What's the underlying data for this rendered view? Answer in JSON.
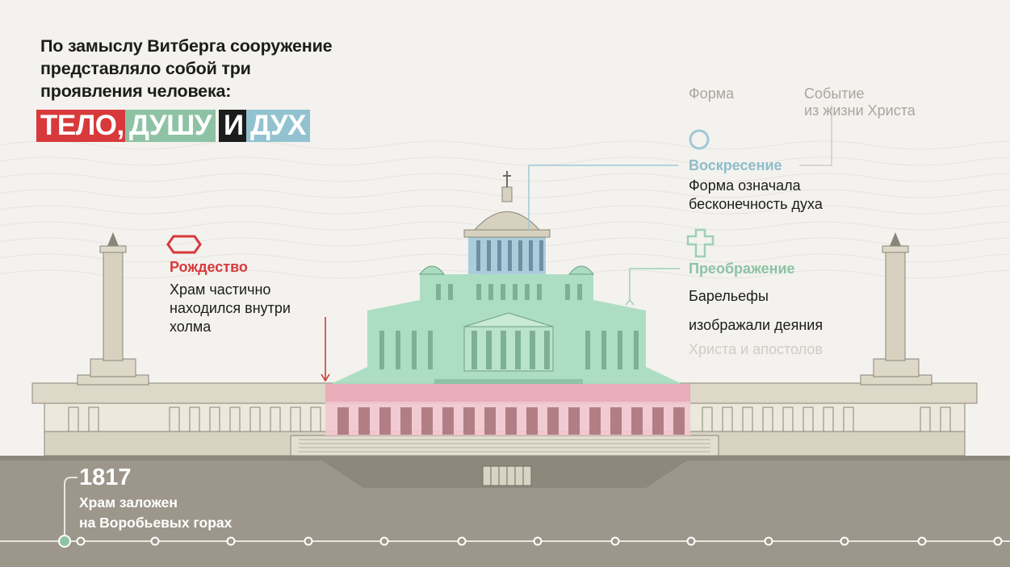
{
  "intro": {
    "lines": [
      "По замыслу Витберга сооружение",
      "представляло собой три",
      "проявления человека:"
    ],
    "telo": "ТЕЛО,",
    "dushu": "ДУШУ",
    "i": "И",
    "duh": "ДУХ"
  },
  "legend": {
    "forma": "Форма",
    "event_line1": "Событие",
    "event_line2": "из жизни Христа"
  },
  "voskresenie": {
    "title": "Воскресение",
    "desc_line1": "Форма означала",
    "desc_line2": "бесконечность духа"
  },
  "preobrazhenie": {
    "title": "Преображение",
    "desc_line1": "Барельефы",
    "desc_line2": "изображали деяния",
    "desc_line3": "Христа и апостолов"
  },
  "rozhdestvo": {
    "title": "Рождество",
    "desc_line1": "Храм частично",
    "desc_line2": "находился внутри",
    "desc_line3": "холма"
  },
  "timeline": {
    "year": "1817",
    "desc_line1": "Храм заложен",
    "desc_line2": "на Воробьевых горах"
  },
  "colors": {
    "body": "#d8393b",
    "soul": "#8dc3a4",
    "spirit": "#92c2d0",
    "ground": "#9c978a"
  }
}
